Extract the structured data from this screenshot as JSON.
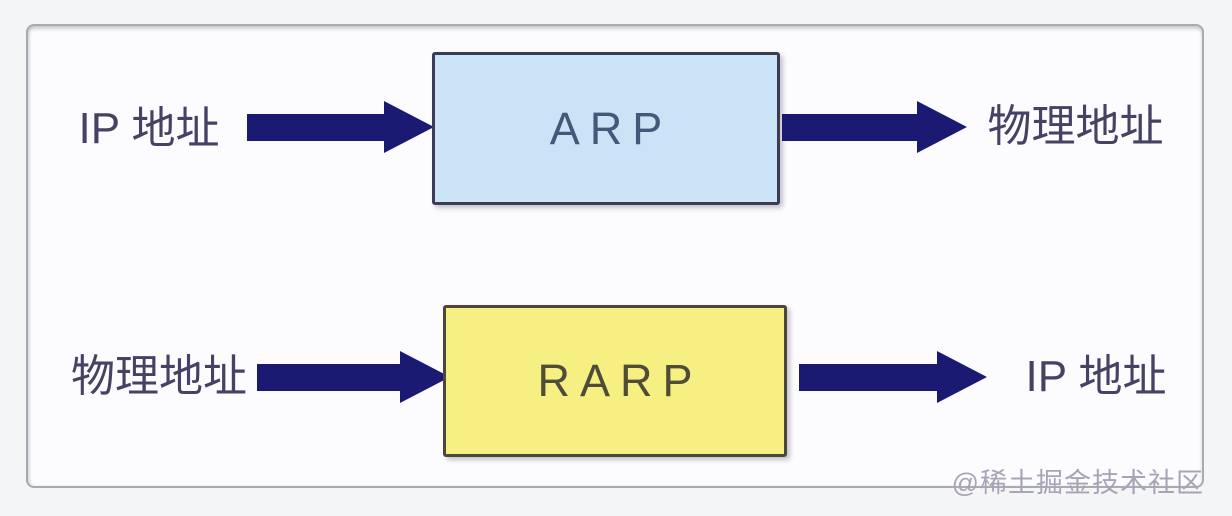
{
  "rows": [
    {
      "input_label": "IP 地址",
      "box_label": "ARP",
      "output_label": "物理地址",
      "box_fill": "#cbe3f6",
      "box_border": "#3c3c55",
      "box_text_color": "#44597a"
    },
    {
      "input_label": "物理地址",
      "box_label": "RARP",
      "output_label": "IP 地址",
      "box_fill": "#f6ef82",
      "box_border": "#4c463c",
      "box_text_color": "#4f4c38"
    }
  ],
  "watermark": "@稀土掘金技术社区",
  "colors": {
    "arrow": "#1a1a73",
    "label_text": "#454264",
    "canvas_background": "#f4f5f7",
    "panel_background": "#fcfcfe",
    "panel_border": "#a9abb3",
    "watermark": "#a8a4b8"
  }
}
